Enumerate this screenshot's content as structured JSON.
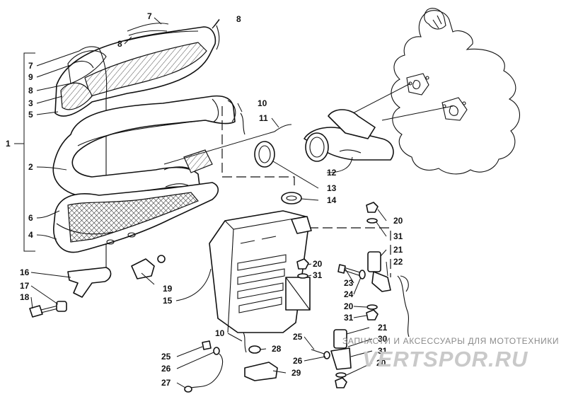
{
  "callouts": [
    {
      "id": "c1",
      "text": "1"
    },
    {
      "id": "c2",
      "text": "2"
    },
    {
      "id": "c3",
      "text": "3"
    },
    {
      "id": "c4",
      "text": "4"
    },
    {
      "id": "c5",
      "text": "5"
    },
    {
      "id": "c6",
      "text": "6"
    },
    {
      "id": "c7a",
      "text": "7"
    },
    {
      "id": "c7b",
      "text": "7"
    },
    {
      "id": "c8a",
      "text": "8"
    },
    {
      "id": "c8b",
      "text": "8"
    },
    {
      "id": "c8c",
      "text": "8"
    },
    {
      "id": "c9",
      "text": "9"
    },
    {
      "id": "c10a",
      "text": "10"
    },
    {
      "id": "c10b",
      "text": "10"
    },
    {
      "id": "c11",
      "text": "11"
    },
    {
      "id": "c12",
      "text": "12"
    },
    {
      "id": "c13",
      "text": "13"
    },
    {
      "id": "c14",
      "text": "14"
    },
    {
      "id": "c15",
      "text": "15"
    },
    {
      "id": "c16",
      "text": "16"
    },
    {
      "id": "c17",
      "text": "17"
    },
    {
      "id": "c18",
      "text": "18"
    },
    {
      "id": "c19",
      "text": "19"
    },
    {
      "id": "c20a",
      "text": "20"
    },
    {
      "id": "c20b",
      "text": "20"
    },
    {
      "id": "c20c",
      "text": "20"
    },
    {
      "id": "c20d",
      "text": "20"
    },
    {
      "id": "c21a",
      "text": "21"
    },
    {
      "id": "c21b",
      "text": "21"
    },
    {
      "id": "c22",
      "text": "22"
    },
    {
      "id": "c23",
      "text": "23"
    },
    {
      "id": "c24",
      "text": "24"
    },
    {
      "id": "c25a",
      "text": "25"
    },
    {
      "id": "c25b",
      "text": "25"
    },
    {
      "id": "c26a",
      "text": "26"
    },
    {
      "id": "c26b",
      "text": "26"
    },
    {
      "id": "c27",
      "text": "27"
    },
    {
      "id": "c28",
      "text": "28"
    },
    {
      "id": "c29",
      "text": "29"
    },
    {
      "id": "c30",
      "text": "30"
    },
    {
      "id": "c31a",
      "text": "31"
    },
    {
      "id": "c31b",
      "text": "31"
    },
    {
      "id": "c31c",
      "text": "31"
    },
    {
      "id": "c31d",
      "text": "31"
    }
  ],
  "watermark": {
    "caption": "ЗАПЧАСТИ И АКСЕССУАРЫ ДЛЯ МОТОТЕХНИКИ",
    "logo": "VERTSPOR.RU"
  }
}
